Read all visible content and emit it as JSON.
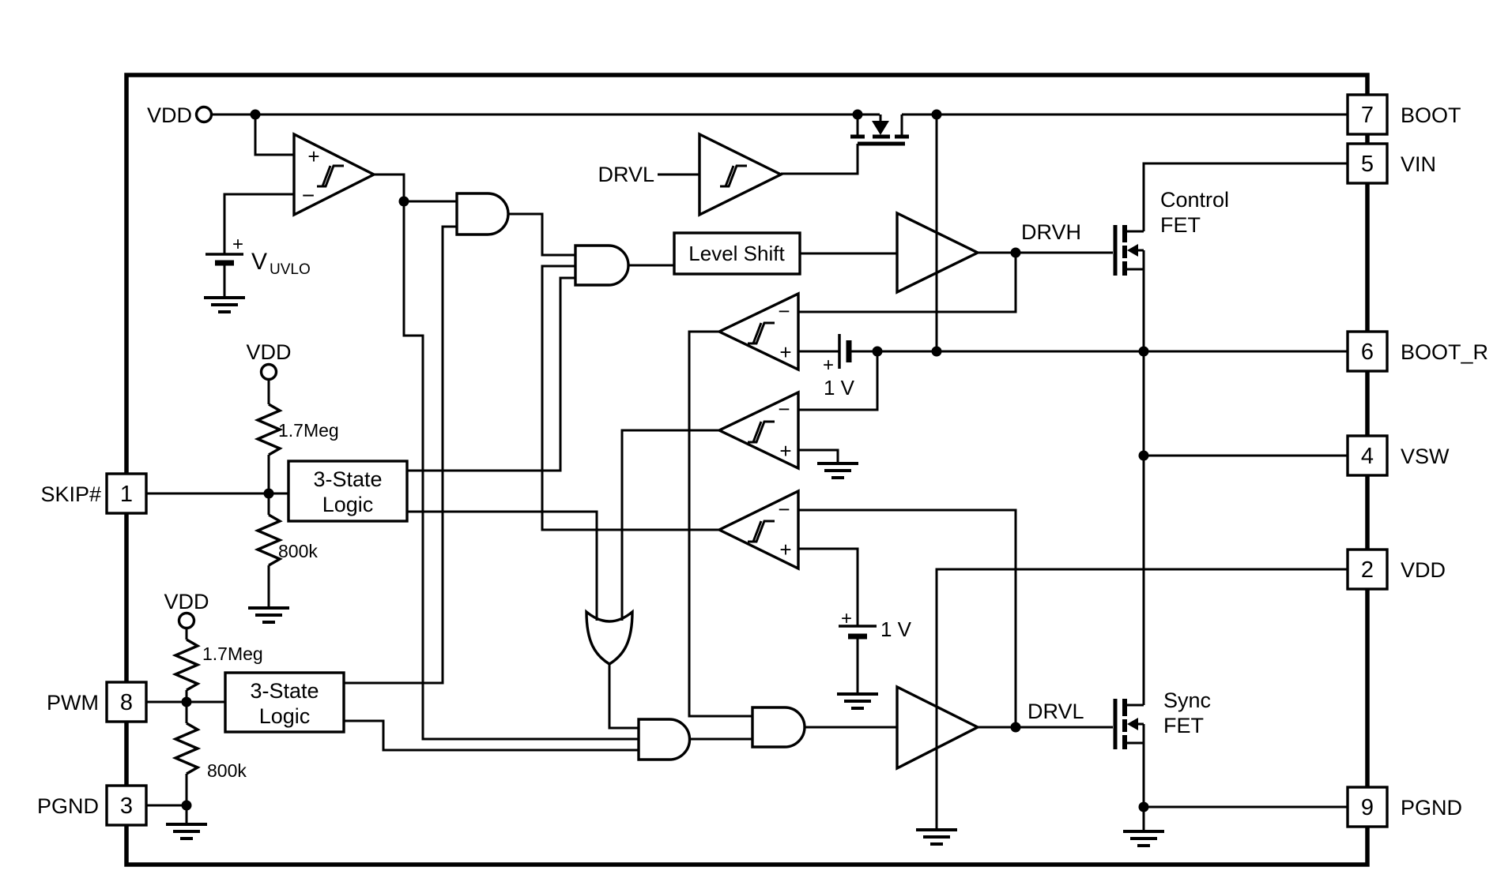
{
  "colors": {
    "ink": "#000000",
    "background": "#ffffff"
  },
  "pins_left": [
    {
      "number": "1",
      "label": "SKIP#"
    },
    {
      "number": "8",
      "label": "PWM"
    },
    {
      "number": "3",
      "label": "PGND"
    }
  ],
  "pins_right": [
    {
      "number": "7",
      "label": "BOOT"
    },
    {
      "number": "5",
      "label": "VIN"
    },
    {
      "number": "6",
      "label": "BOOT_R"
    },
    {
      "number": "4",
      "label": "VSW"
    },
    {
      "number": "2",
      "label": "VDD"
    },
    {
      "number": "9",
      "label": "PGND"
    }
  ],
  "blocks": {
    "level_shift": "Level Shift",
    "three_state_line1": "3-State",
    "three_state_line2": "Logic"
  },
  "labels": {
    "vdd": "VDD",
    "drvl": "DRVL",
    "drvh": "DRVH",
    "v_uvlo_main": "V",
    "v_uvlo_sub": "UVLO",
    "battery_1v": "1 V",
    "r_upper": "1.7Meg",
    "r_lower": "800k",
    "control_fet_line1": "Control",
    "control_fet_line2": "FET",
    "sync_fet_line1": "Sync",
    "sync_fet_line2": "FET",
    "plus": "+",
    "minus": "−"
  }
}
